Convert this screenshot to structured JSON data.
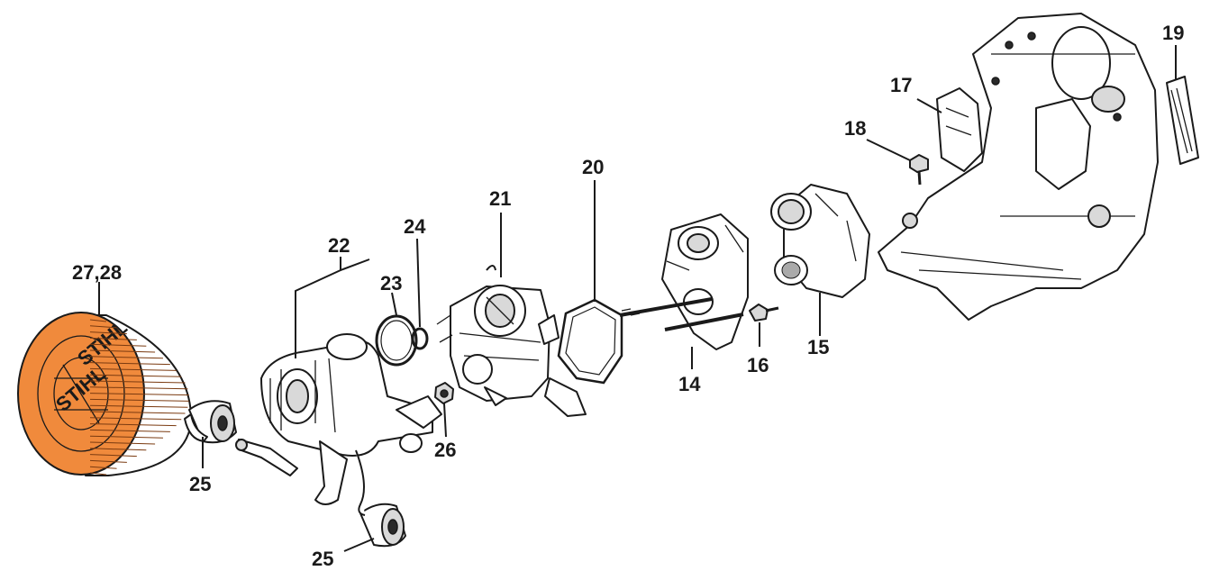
{
  "colors": {
    "filter_accent": "#f08a3c",
    "line": "#1a1a1a",
    "background": "#ffffff"
  },
  "labels": {
    "l14": "14",
    "l15": "15",
    "l16": "16",
    "l17": "17",
    "l18": "18",
    "l19": "19",
    "l20": "20",
    "l21": "21",
    "l22": "22",
    "l23": "23",
    "l24": "24",
    "l25a": "25",
    "l25b": "25",
    "l26": "26",
    "l27_28": "27,28"
  }
}
